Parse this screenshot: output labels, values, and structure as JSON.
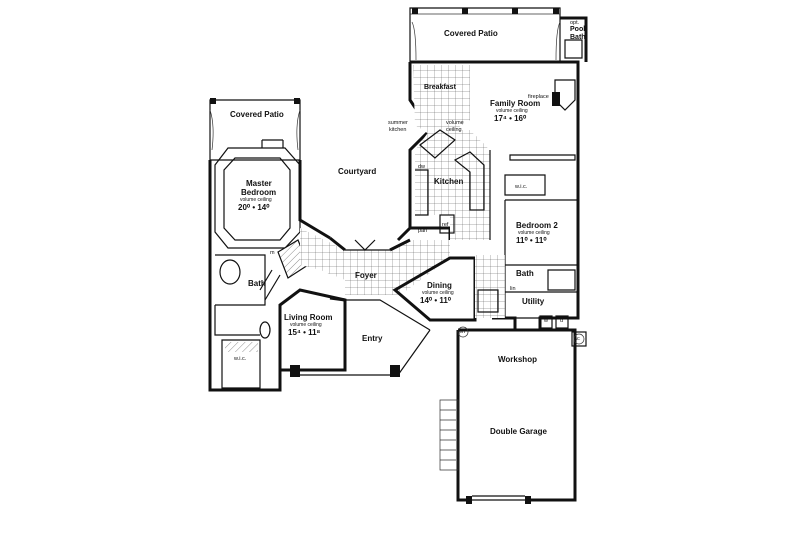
{
  "rooms": {
    "covered_patio_top": "Covered Patio",
    "opt_pool_bath_1": "opt.",
    "opt_pool_bath_2": "Pool",
    "opt_pool_bath_3": "Bath",
    "breakfast": "Breakfast",
    "family_room": "Family Room",
    "family_room_ceiling": "volume ceiling",
    "family_room_dims": "17⁴ • 16⁰",
    "fireplace": "fireplace",
    "summer_kitchen_1": "summer",
    "summer_kitchen_2": "kitchen",
    "volume_ceiling_breakfast_1": "volume",
    "volume_ceiling_breakfast_2": "ceiling",
    "covered_patio_left": "Covered Patio",
    "master_bedroom_1": "Master",
    "master_bedroom_2": "Bedroom",
    "master_bedroom_ceiling": "volume ceiling",
    "master_bedroom_dims": "20⁰ • 14⁰",
    "courtyard": "Courtyard",
    "kitchen": "Kitchen",
    "ref": "ref",
    "pan": "pan",
    "dw": "dw",
    "wic_bed2": "w.i.c.",
    "bedroom2": "Bedroom 2",
    "bedroom2_ceiling": "volume ceiling",
    "bedroom2_dims": "11⁰ • 11⁰",
    "bath_right": "Bath",
    "lin": "lin",
    "utility": "Utility",
    "w": "w",
    "d": "d",
    "foyer": "Foyer",
    "dining": "Dining",
    "dining_ceiling": "volume ceiling",
    "dining_dims": "14⁰ • 11⁰",
    "bath_left": "Bath",
    "m": "m",
    "living_room": "Living Room",
    "living_room_ceiling": "volume ceiling",
    "living_room_dims": "15⁴ • 11⁸",
    "wic_master": "w.i.c.",
    "entry": "Entry",
    "wh": "wh",
    "ac": "ac",
    "workshop": "Workshop",
    "double_garage": "Double Garage"
  }
}
